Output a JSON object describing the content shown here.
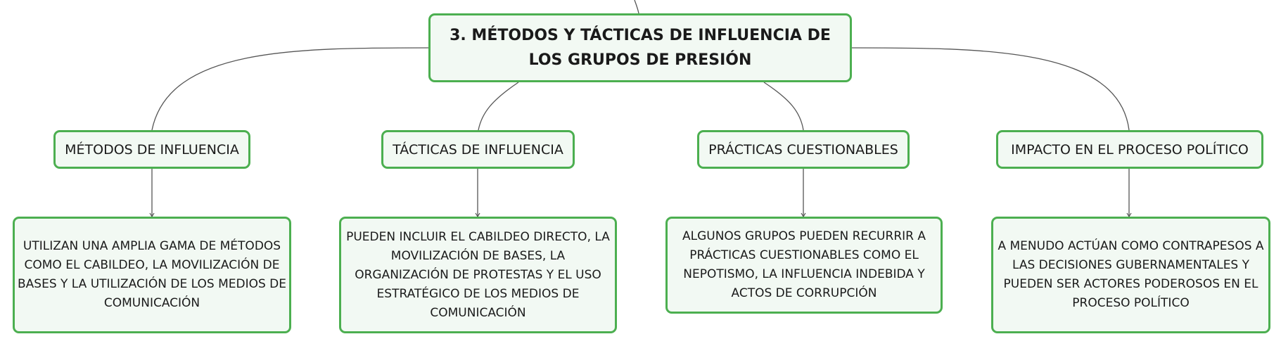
{
  "root": {
    "text": "3. MÉTODOS Y TÁCTICAS DE INFLUENCIA DE LOS GRUPOS DE PRESIÓN"
  },
  "branches": [
    {
      "title": "MÉTODOS DE INFLUENCIA",
      "detail": "UTILIZAN UNA AMPLIA GAMA DE MÉTODOS COMO EL CABILDEO, LA MOVILIZACIÓN DE BASES Y LA UTILIZACIÓN DE LOS MEDIOS DE COMUNICACIÓN"
    },
    {
      "title": "TÁCTICAS DE INFLUENCIA",
      "detail": "PUEDEN INCLUIR EL CABILDEO DIRECTO, LA MOVILIZACIÓN DE BASES, LA ORGANIZACIÓN DE PROTESTAS Y EL USO ESTRATÉGICO DE LOS MEDIOS DE COMUNICACIÓN"
    },
    {
      "title": "PRÁCTICAS CUESTIONABLES",
      "detail": "ALGUNOS GRUPOS PUEDEN RECURRIR A PRÁCTICAS CUESTIONABLES COMO EL NEPOTISMO, LA INFLUENCIA INDEBIDA Y ACTOS DE CORRUPCIÓN"
    },
    {
      "title": "IMPACTO EN EL PROCESO POLÍTICO",
      "detail": "A MENUDO ACTÚAN COMO CONTRAPESOS A LAS DECISIONES GUBERNAMENTALES Y PUEDEN SER ACTORES PODEROSOS EN EL PROCESO POLÍTICO"
    }
  ],
  "colors": {
    "node_border": "#4caf50",
    "node_fill": "#f2f9f3",
    "connector": "#555555",
    "text": "#1a1a1a"
  }
}
